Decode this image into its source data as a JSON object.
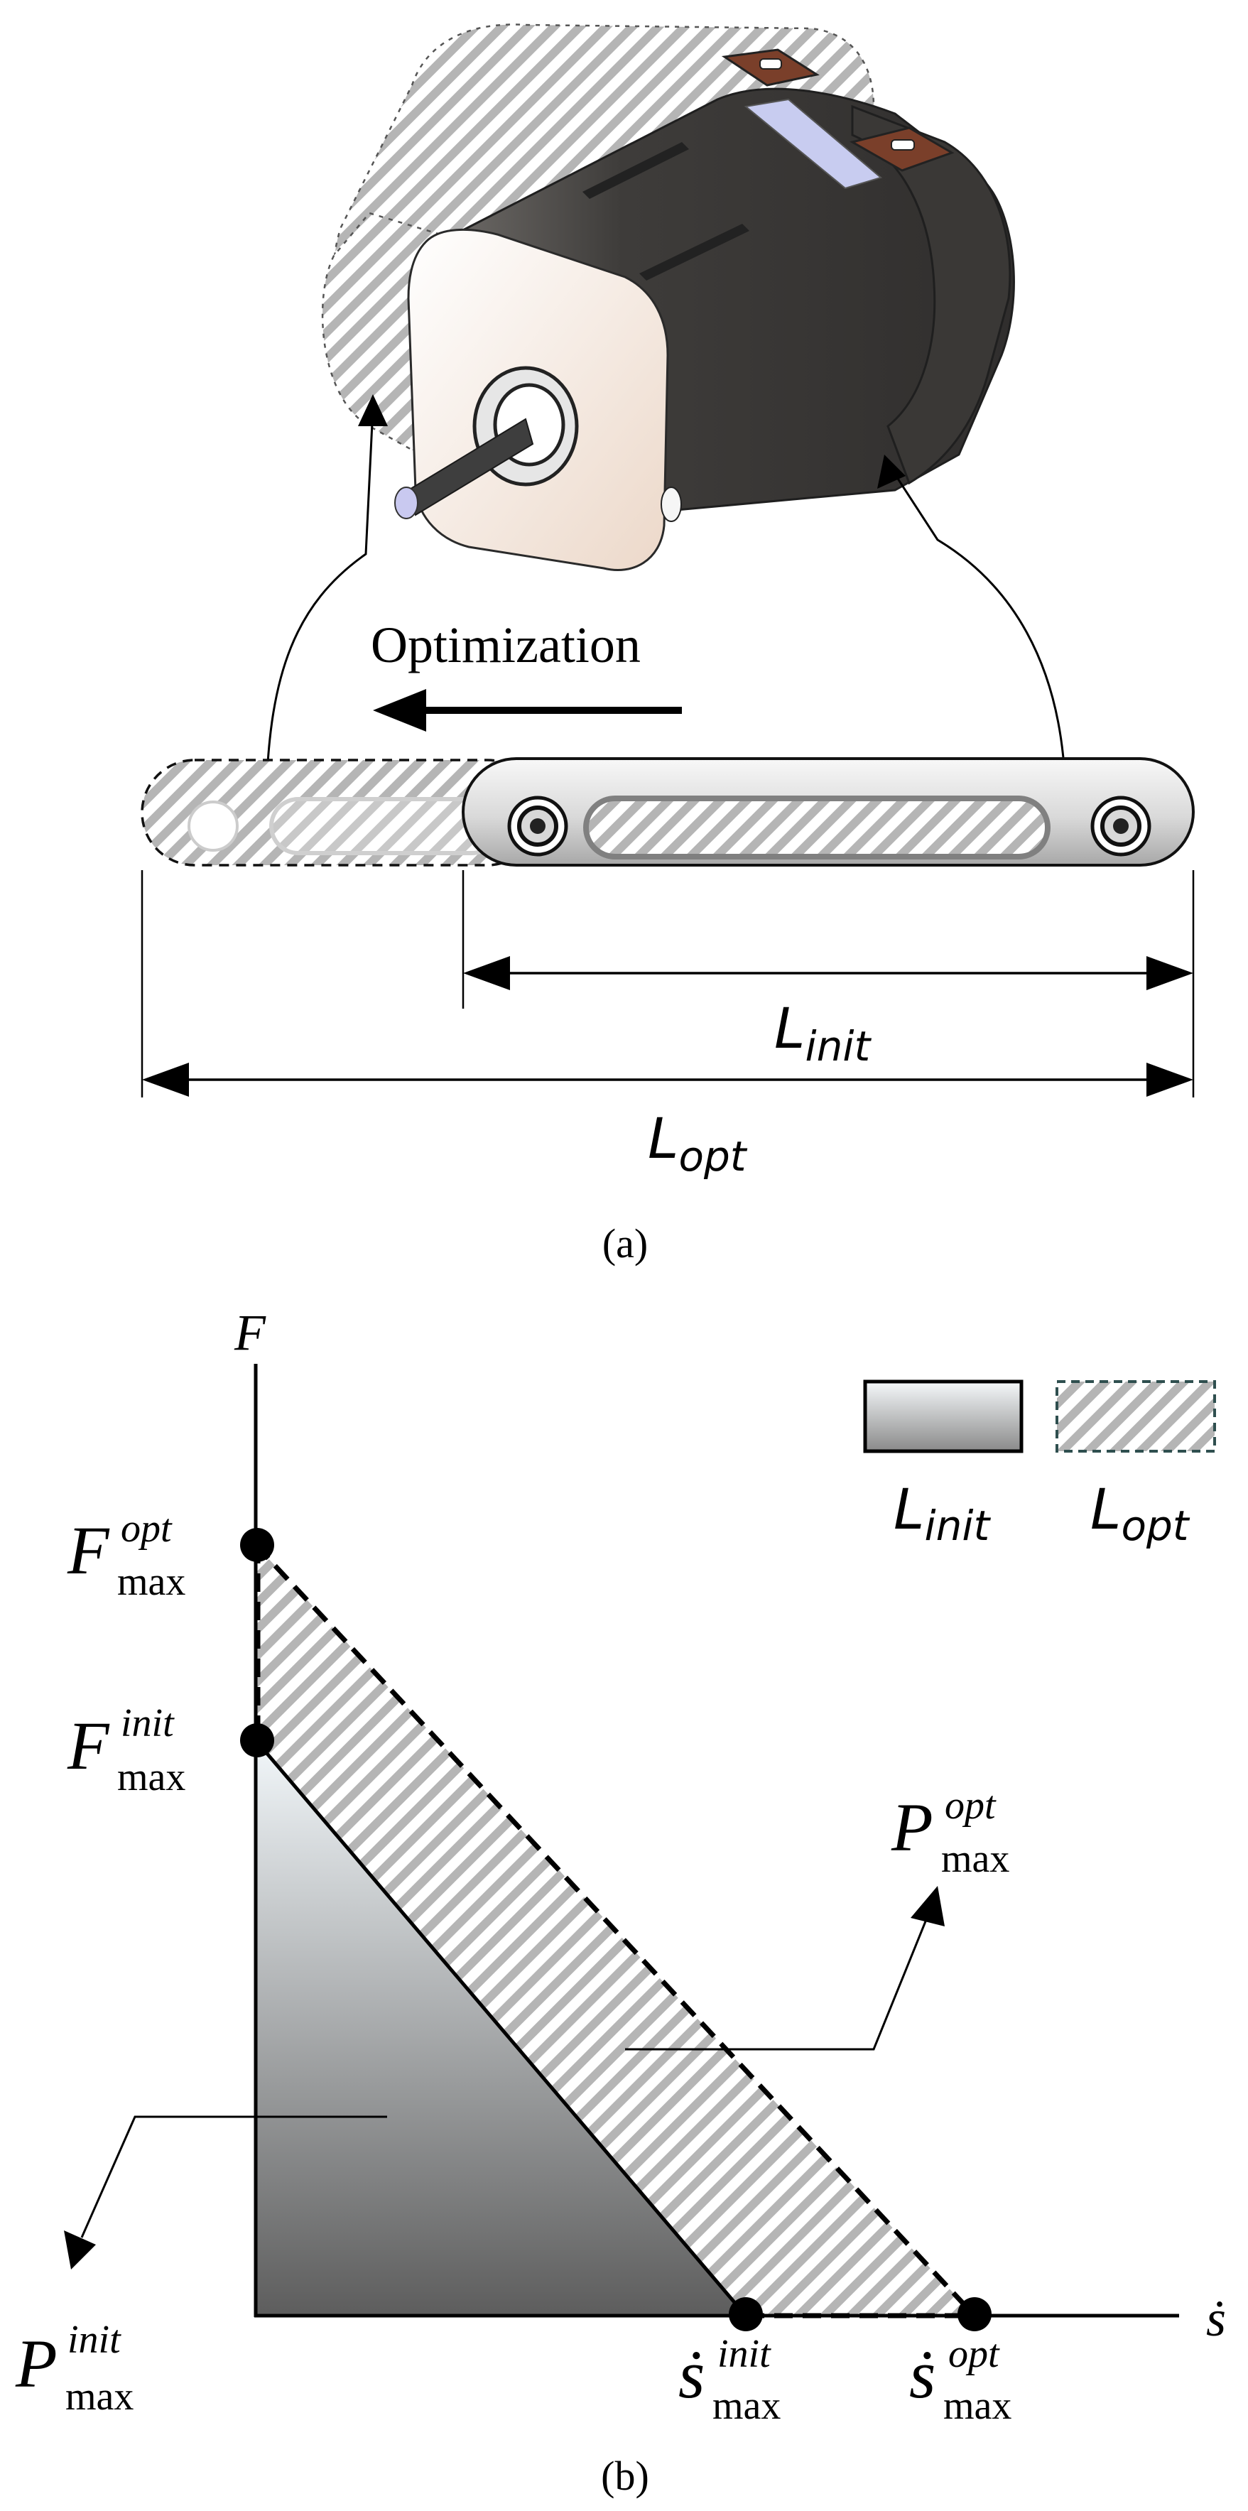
{
  "panel_a": {
    "optimization_label": "Optimization",
    "l_init": {
      "base": "L",
      "sub": "init"
    },
    "l_opt": {
      "base": "L",
      "sub": "opt"
    },
    "caption": "(a)"
  },
  "panel_b": {
    "y_axis_label": "F",
    "x_axis_label": "ṡ",
    "legend": {
      "init": {
        "base": "L",
        "sub": "init"
      },
      "opt": {
        "base": "L",
        "sub": "opt"
      }
    },
    "f_max_opt": {
      "base": "F",
      "sup": "opt",
      "sub": "max"
    },
    "f_max_init": {
      "base": "F",
      "sup": "init",
      "sub": "max"
    },
    "p_max_opt": {
      "base": "P",
      "sup": "opt",
      "sub": "max"
    },
    "p_max_init": {
      "base": "P",
      "sup": "init",
      "sub": "max"
    },
    "s_max_init": {
      "base": "ṡ",
      "sup": "init",
      "sub": "max"
    },
    "s_max_opt": {
      "base": "ṡ",
      "sup": "opt",
      "sub": "max"
    },
    "caption": "(b)"
  },
  "colors": {
    "motor_dark": "#3d3b39",
    "motor_face": "#f5e6da",
    "terminal": "#7a3f2a",
    "hatch_stroke": "#b0b0b0",
    "gradient_top": "#f2f7fa",
    "gradient_bottom": "#5d5d5d"
  }
}
